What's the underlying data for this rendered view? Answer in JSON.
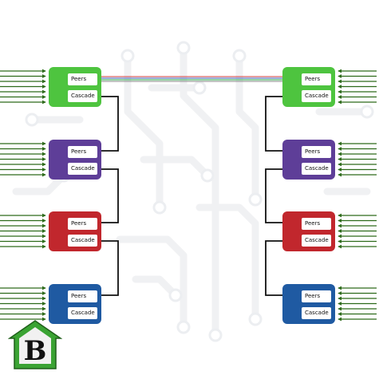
{
  "switch_labels": {
    "peers": "Peers",
    "cascade": "Cascade"
  },
  "switches": [
    {
      "id": "left-1",
      "side": "left",
      "color": "#4ec43f"
    },
    {
      "id": "left-2",
      "side": "left",
      "color": "#5e3e98"
    },
    {
      "id": "left-3",
      "side": "left",
      "color": "#c1272d"
    },
    {
      "id": "left-4",
      "side": "left",
      "color": "#1f5aa2"
    },
    {
      "id": "right-1",
      "side": "right",
      "color": "#4ec43f"
    },
    {
      "id": "right-2",
      "side": "right",
      "color": "#5e3e98"
    },
    {
      "id": "right-3",
      "side": "right",
      "color": "#c1272d"
    },
    {
      "id": "right-4",
      "side": "right",
      "color": "#1f5aa2"
    }
  ],
  "colors": {
    "arrow": "#2d6a1a",
    "cascade_link": "#111111",
    "peer_links": [
      "#d23c3c",
      "#3b5fb8",
      "#2ea84a",
      "#888888"
    ],
    "logo_green": "#3aa333",
    "logo_letter_bg": "#f1f1f1"
  },
  "logo": {
    "letter": "B"
  },
  "icons": {
    "arrow": "arrow-right-icon",
    "logo": "house-b-logo-icon"
  }
}
